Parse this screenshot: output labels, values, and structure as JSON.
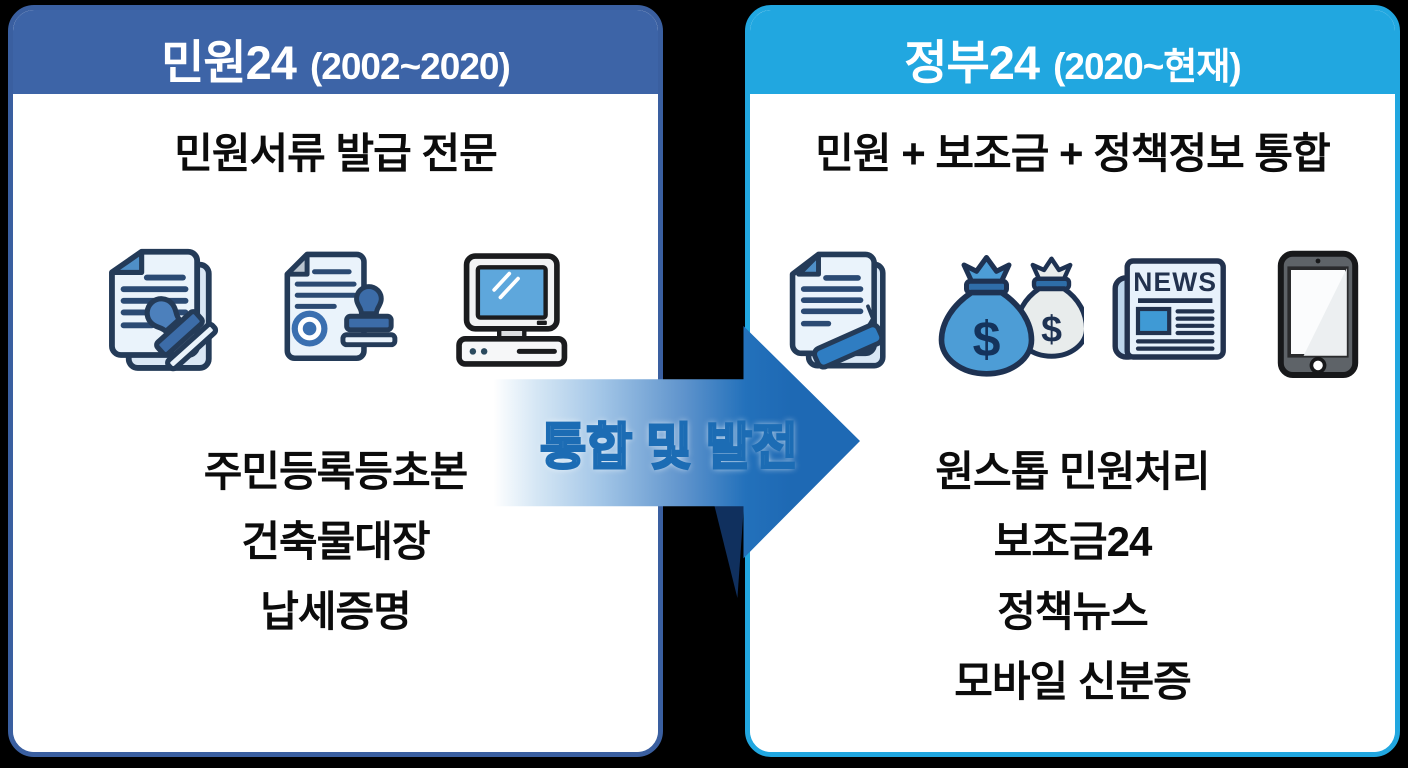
{
  "background_color": "#000000",
  "left_panel": {
    "title": "민원24",
    "period": "(2002~2020)",
    "subtitle": "민원서류 발급 전문",
    "header_color": "#3D64A7",
    "border_color": "#3A5FA0",
    "icons": [
      "stamped-documents-icon",
      "certificate-seal-stamp-icon",
      "desktop-computer-icon"
    ],
    "items": [
      "주민등록등초본",
      "건축물대장",
      "납세증명"
    ]
  },
  "arrow": {
    "label": "통합 및 발전",
    "fill_color": "#1E69B4",
    "label_color": "#D0E9FA"
  },
  "right_panel": {
    "title": "정부24",
    "period": "(2020~현재)",
    "subtitle": "민원 + 보조금 + 정책정보 통합",
    "header_color": "#21A7E0",
    "border_color": "#21A7E0",
    "icons": [
      "document-pen-icon",
      "money-bags-icon",
      "news-icon",
      "tablet-icon"
    ],
    "news_label": "NEWS",
    "items": [
      "원스톱 민원처리",
      "보조금24",
      "정책뉴스",
      "모바일 신분증"
    ]
  }
}
